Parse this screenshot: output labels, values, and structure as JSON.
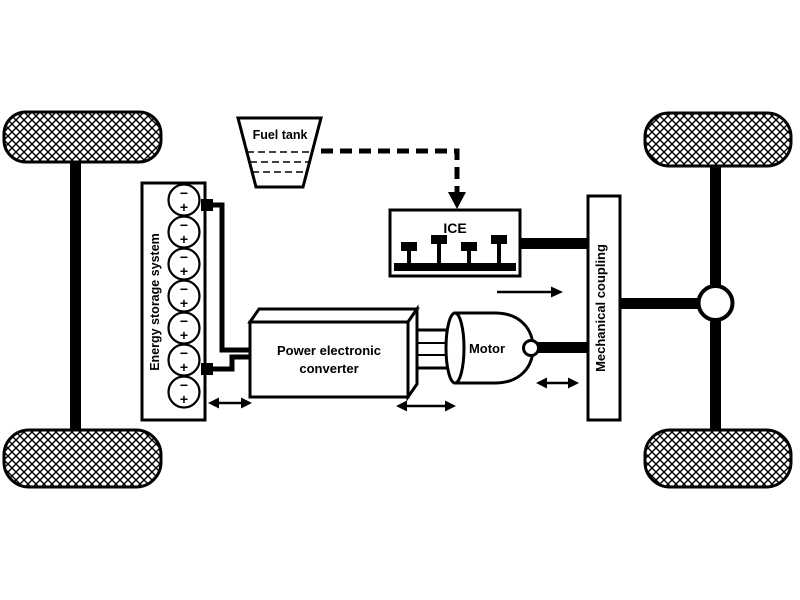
{
  "colors": {
    "background": "#ffffff",
    "stroke": "#000000",
    "box_fill": "#ffffff"
  },
  "labels": {
    "fuel_tank": "Fuel tank",
    "ice": "ICE",
    "energy_storage_system": "Energy storage system",
    "power_electronic_converter_line1": "Power electronic",
    "power_electronic_converter_line2": "converter",
    "motor": "Motor",
    "mechanical_coupling": "Mechanical coupling"
  },
  "battery": {
    "cell_count": 7,
    "minus_symbol": "−",
    "plus_symbol": "+"
  }
}
